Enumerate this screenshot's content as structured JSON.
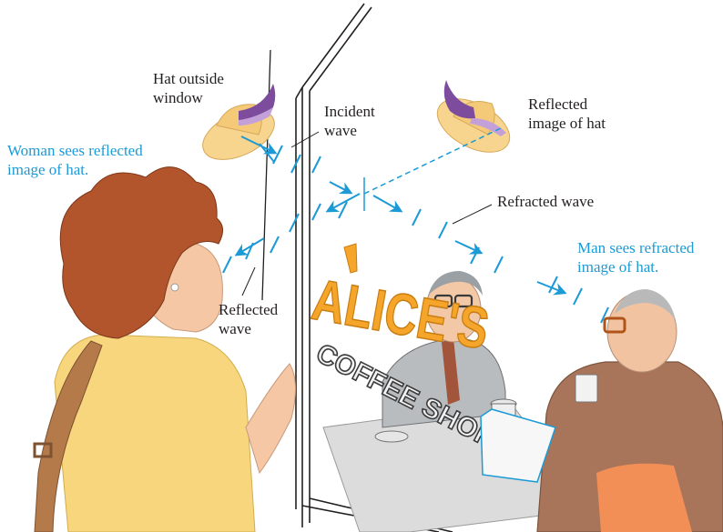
{
  "labels": {
    "hat_outside": [
      "Hat outside",
      "window"
    ],
    "incident": [
      "Incident",
      "wave"
    ],
    "reflected_image": [
      "Reflected",
      "image of hat"
    ],
    "woman_sees": [
      "Woman sees reflected",
      "image of hat."
    ],
    "refracted_wave": "Refracted wave",
    "man_sees": [
      "Man sees refracted",
      "image of hat."
    ],
    "reflected_wave": [
      "Reflected",
      "wave"
    ]
  },
  "sign": {
    "alices": "ALICE'S",
    "coffee_shop": "COFFEE SHOP"
  },
  "colors": {
    "ray": "#1b9ad6",
    "sign": "#f4a52a",
    "sign_dark": "#c87d12",
    "hair": "#b2552c",
    "skin": "#f5c7a5",
    "top": "#f8d67d",
    "hat": "#f8d58f",
    "feather": "#7d4c9c",
    "suit_man": "#a9755a"
  }
}
